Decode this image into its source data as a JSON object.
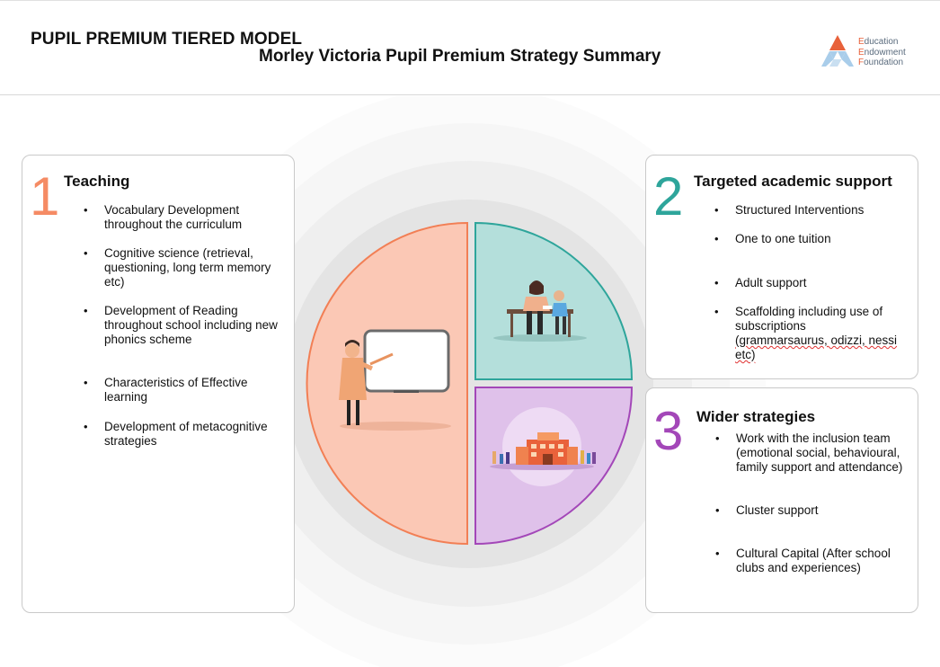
{
  "header": {
    "title": "PUPIL PREMIUM TIERED MODEL",
    "subtitle": "Morley Victoria Pupil Premium Strategy Summary",
    "logo": {
      "lines": [
        {
          "cap": "E",
          "rest": "ducation"
        },
        {
          "cap": "E",
          "rest": "ndowment"
        },
        {
          "cap": "F",
          "rest": "oundation"
        }
      ],
      "colors": {
        "orange": "#e8613a",
        "blue": "#a9cdea",
        "grey": "#5a6b7d"
      }
    }
  },
  "tiers": [
    {
      "number": "1",
      "heading": "Teaching",
      "color": "#f58b64",
      "icon": "teacher-whiteboard-icon",
      "items": [
        "Vocabulary Development throughout the curriculum",
        "Cognitive science (retrieval, questioning, long term memory etc)",
        "Development of Reading throughout school including new phonics scheme",
        "Characteristics of Effective learning",
        "Development of metacognitive strategies"
      ]
    },
    {
      "number": "2",
      "heading": "Targeted academic support",
      "color": "#2ea59b",
      "icon": "tutoring-desk-icon",
      "items": [
        "Structured Interventions",
        "One to one tuition",
        "Adult support",
        "Scaffolding including use of subscriptions",
        "(grammarsaurus, odizzi, nessi etc)"
      ]
    },
    {
      "number": "3",
      "heading": "Wider strategies",
      "color": "#a347b8",
      "icon": "school-community-icon",
      "items": [
        "Work with the inclusion team (emotional social, behavioural, family support and attendance)",
        "Cluster support",
        "Cultural Capital (After school clubs and experiences)"
      ]
    }
  ]
}
